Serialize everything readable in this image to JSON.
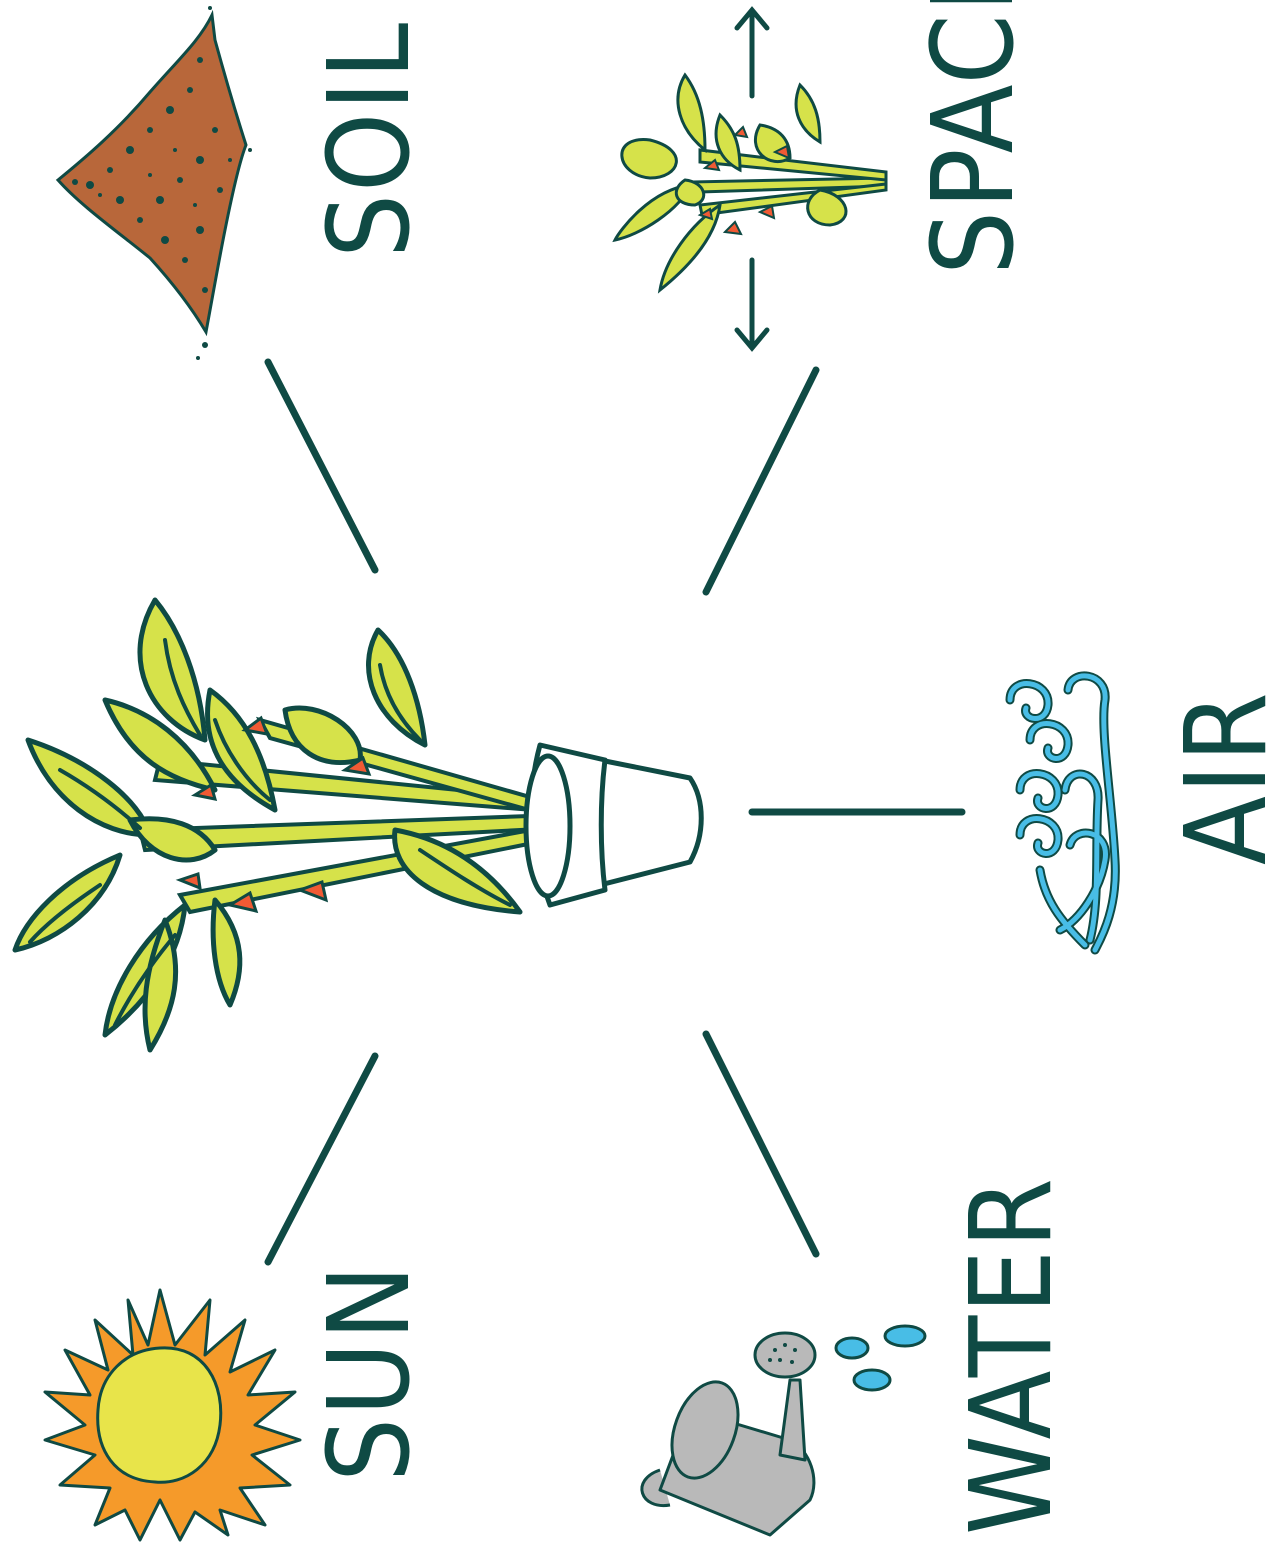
{
  "labels": {
    "soil": "SOIL",
    "space": "SPACE",
    "air": "AIR",
    "water": "WATER",
    "sun": "SUN"
  },
  "colors": {
    "outline": "#0f4a44",
    "leaf": "#d6e24a",
    "flower": "#f05a34",
    "soil": "#b8673a",
    "sun_core": "#e8e44a",
    "sun_rays": "#f59a2a",
    "air": "#48bde6",
    "water_drop": "#48bde6",
    "can": "#b9b9b9"
  },
  "icons": {
    "center": "potted-plant-icon",
    "soil": "soil-pile-icon",
    "space": "spreading-plant-icon",
    "air": "wind-swirl-icon",
    "water": "watering-can-icon",
    "sun": "sun-icon"
  }
}
